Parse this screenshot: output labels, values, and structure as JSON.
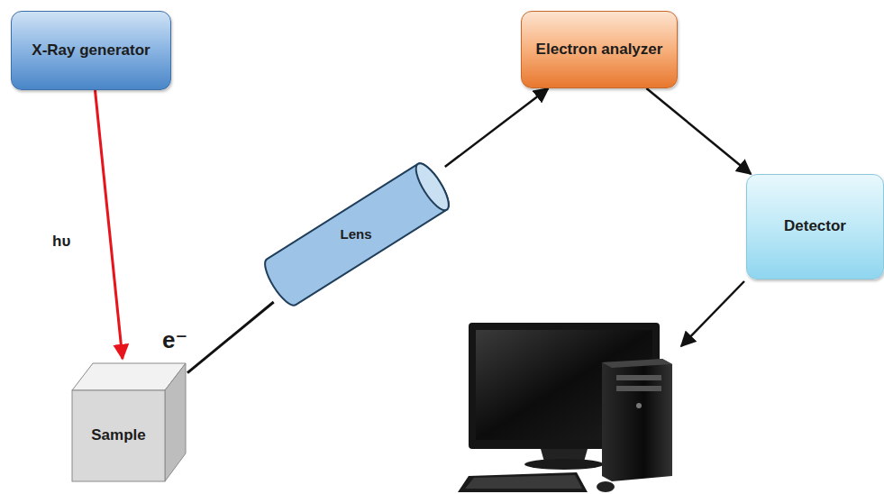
{
  "diagram": {
    "nodes": [
      {
        "text": [
          "X-Ray generator"
        ]
      },
      {
        "text": [
          "Electron analyzer"
        ]
      },
      {
        "text": [
          "Lens"
        ]
      },
      {
        "text": [
          "Detector"
        ]
      },
      {
        "text": [
          "Sample"
        ]
      }
    ],
    "edges": [
      {
        "from": 0,
        "to": 4,
        "arrow": "to",
        "label": "hυ"
      },
      {
        "from": 4,
        "to": 2,
        "arrow": "none",
        "label": "e⁻"
      },
      {
        "from": 2,
        "to": 1,
        "arrow": "to"
      },
      {
        "from": 1,
        "to": 3,
        "arrow": "to"
      }
    ]
  }
}
